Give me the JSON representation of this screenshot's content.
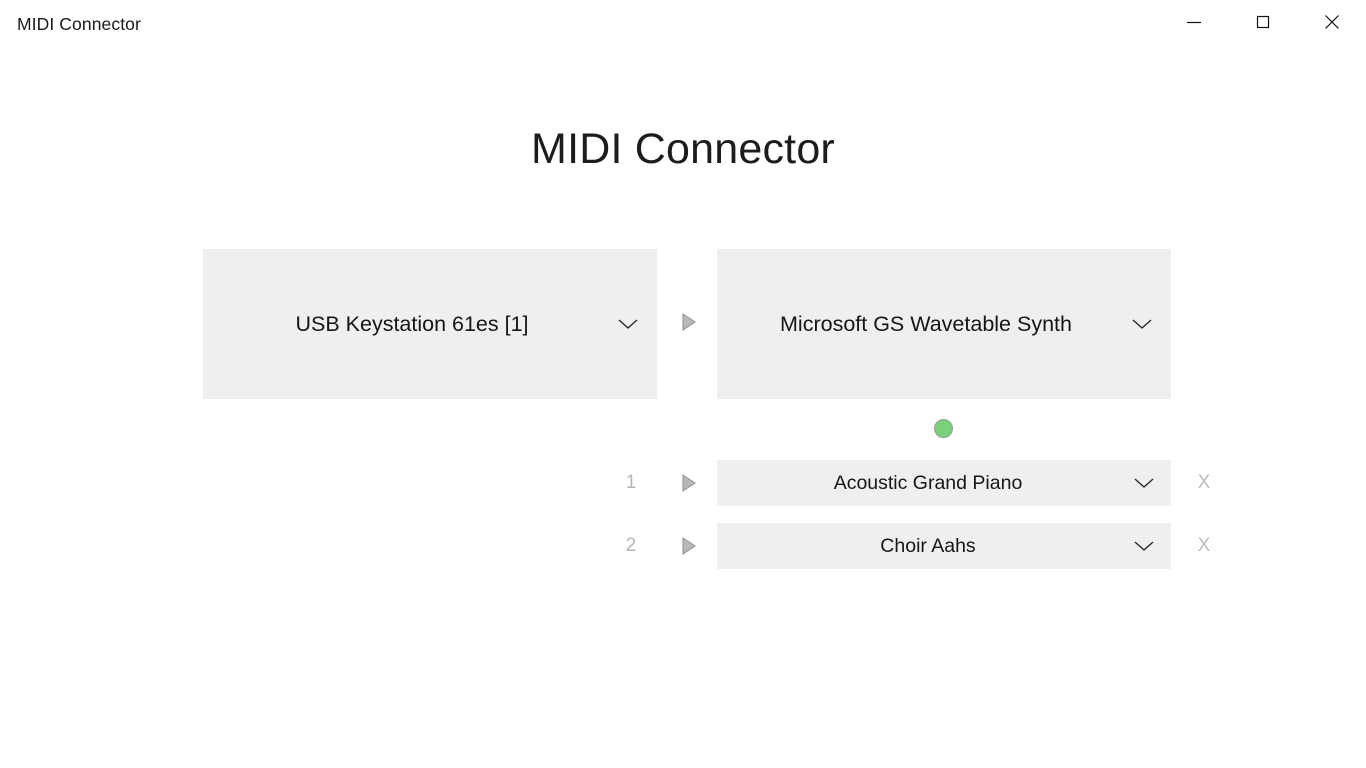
{
  "window": {
    "title": "MIDI Connector",
    "controls": [
      {
        "name": "minimize",
        "label": "Minimize"
      },
      {
        "name": "maximize",
        "label": "Maximize"
      },
      {
        "name": "close",
        "label": "Close"
      }
    ]
  },
  "page": {
    "heading": "MIDI Connector"
  },
  "devices": {
    "input": {
      "value": "USB Keystation 61es [1]",
      "chevron": "chevron-down-icon"
    },
    "flow_arrow": "play-triangle-icon",
    "output": {
      "value": "Microsoft GS Wavetable Synth",
      "chevron": "chevron-down-icon"
    }
  },
  "status": {
    "indicator": "connection-status-dot",
    "color": "#79d279",
    "border_color": "#9a9a9a"
  },
  "channels": [
    {
      "number": "1",
      "arrow": "play-triangle-icon",
      "instrument": "Acoustic Grand Piano",
      "chevron": "chevron-down-icon",
      "remove_label": "X"
    },
    {
      "number": "2",
      "arrow": "play-triangle-icon",
      "instrument": "Choir Aahs",
      "chevron": "chevron-down-icon",
      "remove_label": "X"
    }
  ],
  "colors": {
    "background": "#ffffff",
    "panel": "#efefef",
    "text": "#161616",
    "muted": "#b5b5b5",
    "accent_green": "#79d279"
  }
}
